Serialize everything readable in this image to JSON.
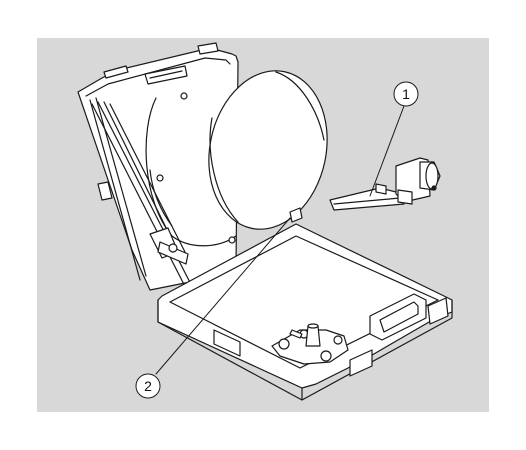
{
  "figure": {
    "background_color": "#d8d8d8",
    "line_color": "#1a1a1a",
    "fill_color": "#ffffff",
    "callouts": [
      {
        "label": "1",
        "target": "mount-bracket-with-lnb"
      },
      {
        "label": "2",
        "target": "satellite-dish-reflector"
      }
    ]
  }
}
